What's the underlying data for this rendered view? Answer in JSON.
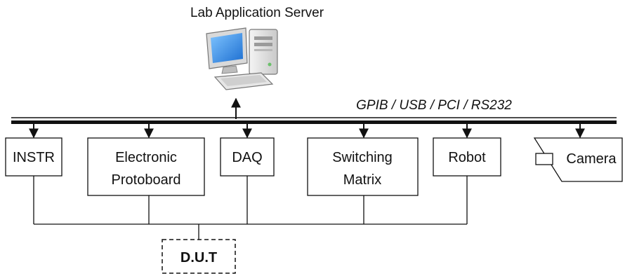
{
  "server": {
    "label": "Lab Application Server",
    "icon": "desktop-computer-icon"
  },
  "bus": {
    "label": "GPIB / USB / PCI / RS232"
  },
  "devices": {
    "instr": {
      "label_lines": [
        "INSTR"
      ]
    },
    "protoboard": {
      "label_lines": [
        "Electronic",
        "Protoboard"
      ]
    },
    "daq": {
      "label_lines": [
        "DAQ"
      ]
    },
    "switching": {
      "label_lines": [
        "Switching",
        "Matrix"
      ]
    },
    "robot": {
      "label_lines": [
        "Robot"
      ]
    },
    "camera": {
      "label_lines": [
        "Camera"
      ]
    }
  },
  "dut": {
    "label": "D.U.T"
  }
}
